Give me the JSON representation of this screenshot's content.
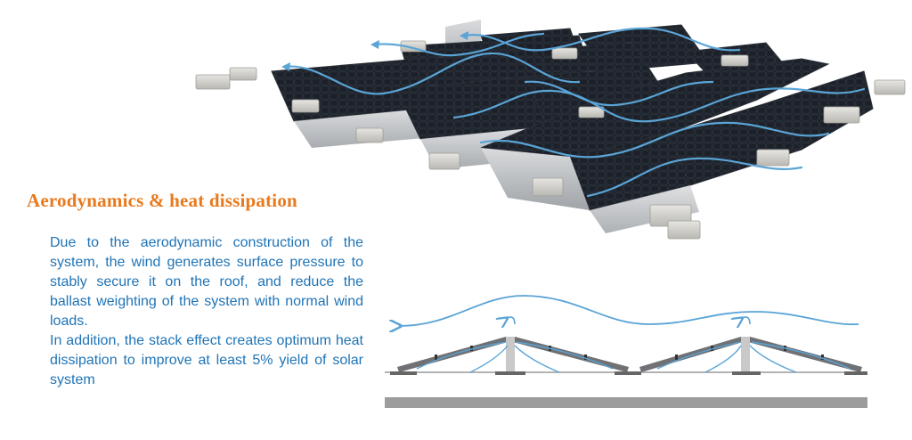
{
  "title": "Aerodynamics & heat dissipation",
  "paragraphs": [
    "Due to the aerodynamic construction of the system, the wind generates surface pressure to stably secure it on the roof, and reduce the ballast weighting of the system with normal wind loads.",
    "In addition, the stack effect creates optimum heat dissipation to improve at least 5% yield of solar system"
  ],
  "colors": {
    "title": "#e8791c",
    "text": "#1f74b6",
    "airflow": "#5aa4d6",
    "panel": "#15181d",
    "frame": "#a9acb0",
    "ballast": "#d2d1cc"
  },
  "images": {
    "hero": "solar-array-3d-illustration",
    "diagram": "airflow-cross-section-diagram"
  }
}
